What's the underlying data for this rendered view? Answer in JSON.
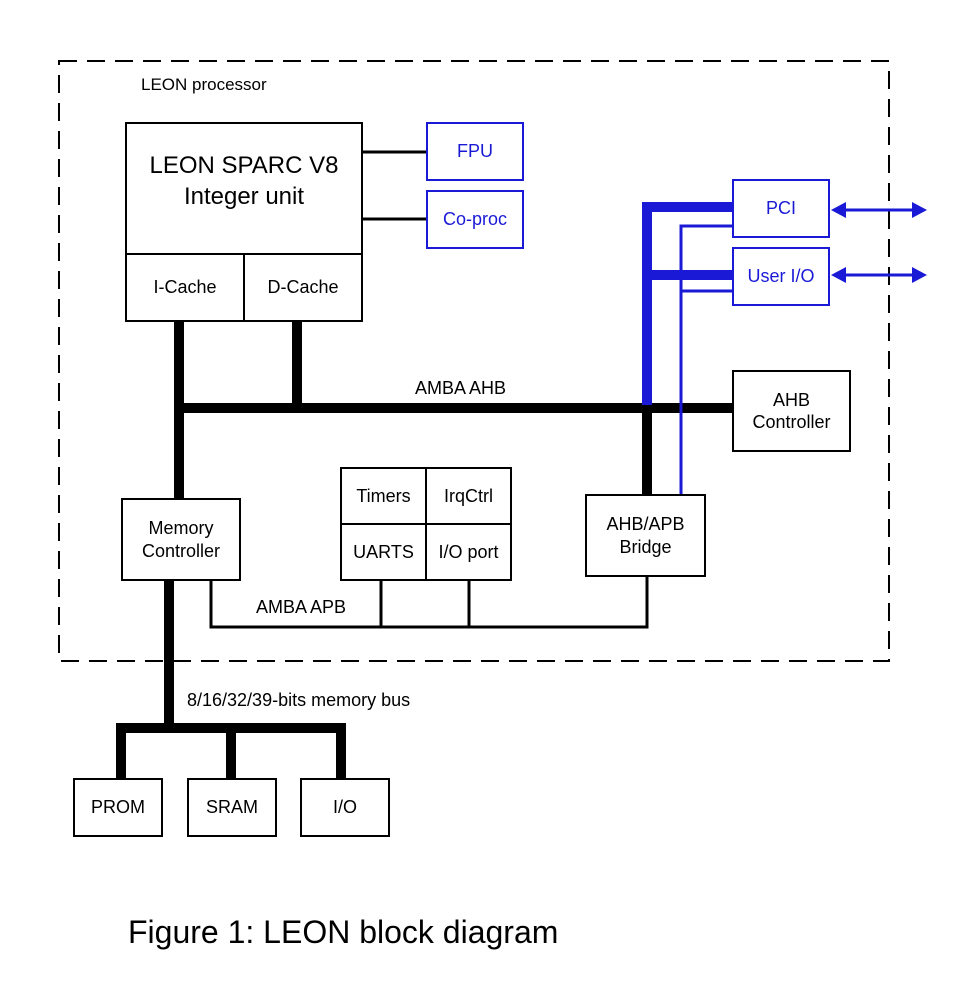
{
  "diagram": {
    "processor_label": "LEON processor",
    "iu_line1": "LEON SPARC V8",
    "iu_line2": "Integer unit",
    "icache": "I-Cache",
    "dcache": "D-Cache",
    "fpu": "FPU",
    "coproc": "Co-proc",
    "pci": "PCI",
    "user_io": "User I/O",
    "amba_ahb": "AMBA AHB",
    "ahb_controller_line1": "AHB",
    "ahb_controller_line2": "Controller",
    "timers": "Timers",
    "irqctrl": "IrqCtrl",
    "uarts": "UARTS",
    "io_port": "I/O port",
    "bridge_line1": "AHB/APB",
    "bridge_line2": "Bridge",
    "memctrl_line1": "Memory",
    "memctrl_line2": "Controller",
    "amba_apb": "AMBA APB",
    "memory_bus": "8/16/32/39-bits memory bus",
    "prom": "PROM",
    "sram": "SRAM",
    "io": "I/O"
  },
  "caption": "Figure 1: LEON block diagram",
  "colors": {
    "blue": "#1a1ad6",
    "black": "#000000"
  }
}
